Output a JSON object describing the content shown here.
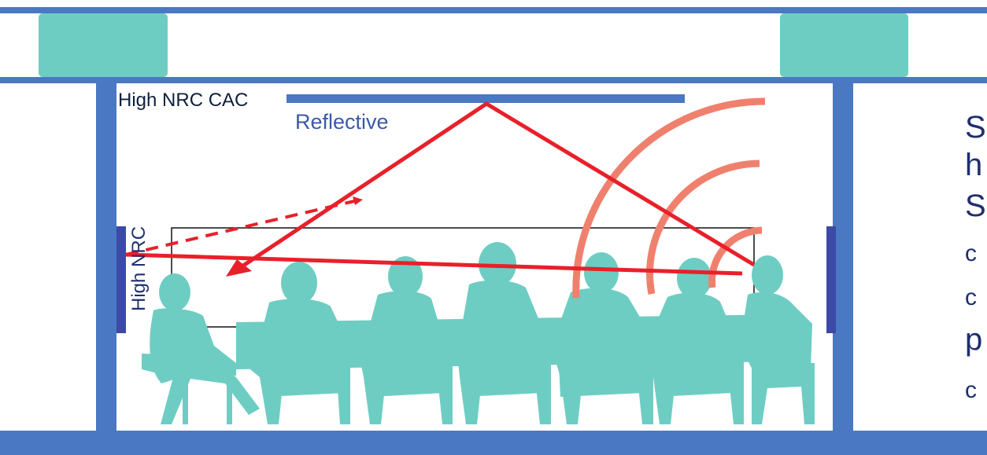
{
  "labels": {
    "ceiling": "High NRC CAC",
    "reflective": "Reflective",
    "wall": "High NRC"
  },
  "side_text": [
    "S",
    "h",
    "S",
    "c",
    "c",
    "p",
    "c"
  ],
  "colors": {
    "structure": "#4a78c2",
    "panel": "#6ecdc3",
    "people": "#6ecdc3",
    "wall_absorber": "#3c4aa6",
    "sound_path": "#e8202a",
    "sound_waves": "#f0806e"
  }
}
